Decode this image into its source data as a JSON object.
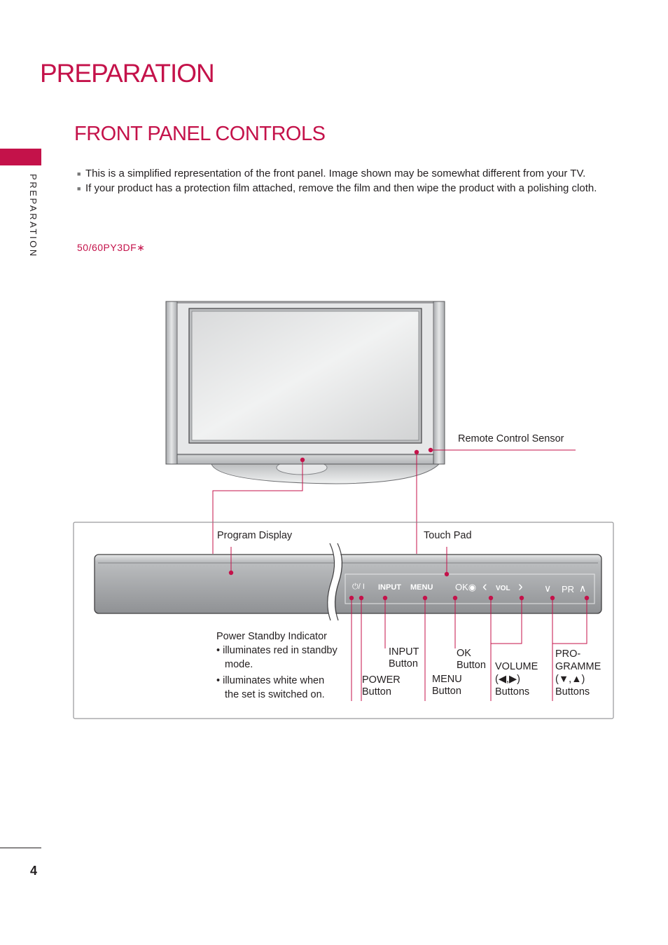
{
  "page": {
    "title": "PREPARATION",
    "side_label": "PREPARATION",
    "page_number": "4"
  },
  "section": {
    "title": "FRONT PANEL CONTROLS",
    "notes": [
      "This is a simplified representation of the front panel. Image shown may be somewhat different from your TV.",
      "If your product has a protection film attached, remove the film and then wipe the product with a polishing cloth."
    ],
    "model": "50/60PY3DF∗"
  },
  "labels": {
    "remote_sensor": "Remote Control Sensor",
    "program_display": "Program Display",
    "touch_pad": "Touch Pad",
    "standby_title": "Power Standby Indicator",
    "standby_b1_l1": "• illuminates red in standby",
    "standby_b1_l2": "mode.",
    "standby_b2_l1": "• illuminates white when",
    "standby_b2_l2": "the set is switched on.",
    "input_l1": "INPUT",
    "input_l2": "Button",
    "power_l1": "POWER",
    "power_l2": "Button",
    "menu_l1": "MENU",
    "menu_l2": "Button",
    "ok_l1": "OK",
    "ok_l2": "Button",
    "volume_l1": "VOLUME",
    "volume_l2": "(◀,▶)",
    "volume_l3": "Buttons",
    "prog_l1": "PRO-",
    "prog_l2": "GRAMME",
    "prog_l3": "(▼,▲)",
    "prog_l4": "Buttons"
  },
  "panel_keys": {
    "power": "⏻/ I",
    "input": "INPUT",
    "menu": "MENU",
    "ok": "OK◉",
    "vol_left": "‹",
    "vol": "VOL",
    "vol_right": "›",
    "pr_down": "∨",
    "pr": "PR",
    "pr_up": "∧"
  },
  "colors": {
    "accent": "#c4124a",
    "text": "#231f20"
  }
}
